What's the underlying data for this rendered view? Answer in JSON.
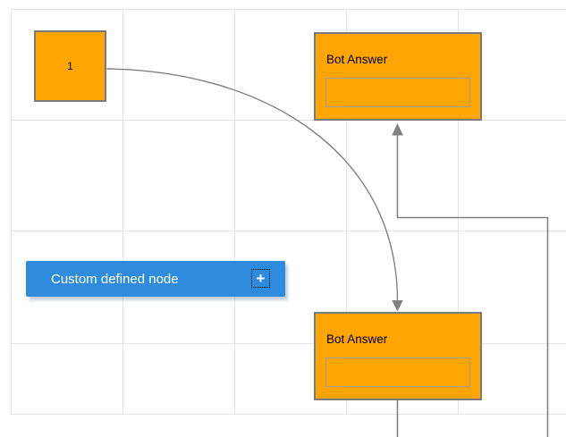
{
  "nodes": {
    "numbered_square": {
      "label": "1"
    },
    "bot_answer_top": {
      "title": "Bot Answer",
      "textbox_value": ""
    },
    "bot_answer_bottom": {
      "title": "Bot Answer",
      "textbox_value": ""
    },
    "custom_node": {
      "label": "Custom defined node",
      "plus_icon": "+"
    }
  },
  "colors": {
    "node-fill": "#FFA502",
    "node-border": "#7A7A7A",
    "inner-border": "#9E9E9E",
    "accent-blue": "#2E8BDD",
    "connector": "#808080",
    "grid-line": "#E4E4E4",
    "text-dark": "#000000",
    "text-light": "#FFFFFF"
  }
}
